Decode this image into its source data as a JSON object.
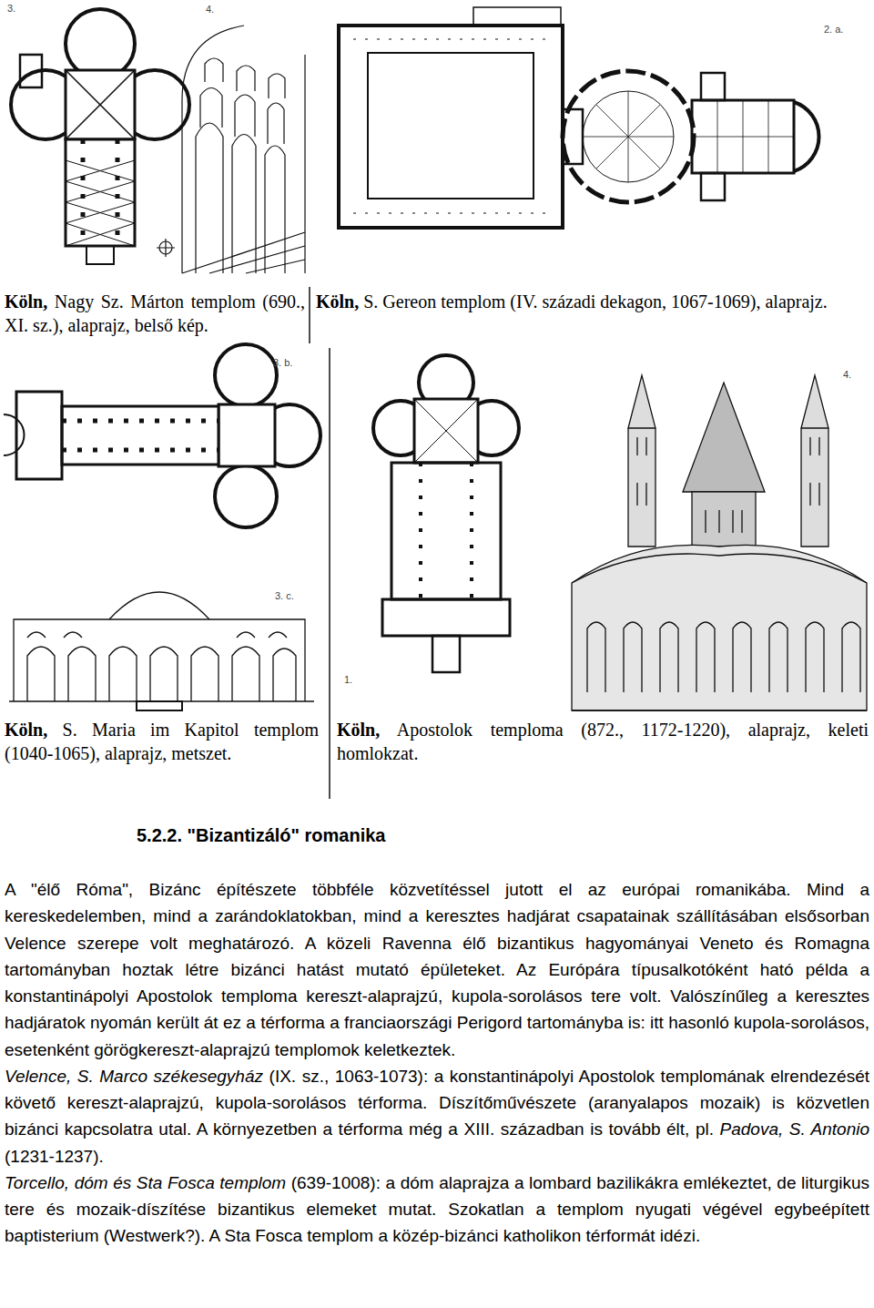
{
  "diagram": {
    "title": "5.2.2. \"Bizantizáló\" romanika",
    "labels": [
      "3.",
      "4.",
      "2. a.",
      "Köln,",
      " Nagy Sz. Márton templom (690., XI. sz.), alaprajz, belső kép.",
      "Köln,",
      " S. Gereon templom (IV. századi dekagon, 1067-1069), alaprajz.",
      "3. b.",
      "3. c.",
      "1.",
      "4.",
      "Köln,",
      " S. Maria im Kapitol templom (1040-1065), alaprajz, metszet.",
      "Köln,",
      " Apostolok temploma (872., 1172-1220), alaprajz, keleti homlokzat.",
      "A \"élő Róma\", Bizánc építészete többféle közvetítéssel jutott el az európai romanikába. Mind a kereskedelemben, mind a zarándoklatokban, mind a keresztes hadjárat csapatainak szállításában elsősorban Velence szerepe volt meghatározó. A közeli Ravenna élő bizantikus hagyományai Veneto és Romagna tartományban hoztak létre bizánci hatást mutató épületeket. Az Európára típusalkotóként ható példa a konstantinápolyi Apostolok temploma kereszt-alaprajzú, kupola-sorolásos tere volt. Valószínűleg a keresztes hadjáratok nyomán került át ez a térforma a franciaországi Perigord tartományba is: itt hasonló kupola-sorolásos, esetenként görögkereszt-alaprajzú templomok keletkeztek.",
      "Velence, S. Marco székesegyház",
      " (IX. sz., 1063-1073): a konstantinápolyi Apostolok templomának elrendezését követő kereszt-alaprajzú, kupola-sorolásos térforma. Díszítőművészete (aranyalapos mozaik) is közvetlen bizánci kapcsolatra utal. A környezetben a térforma még a XIII. században is tovább élt, pl. ",
      "Padova, S. Antonio",
      " (1231-1237).",
      "Torcello, dóm és Sta Fosca templom",
      " (639-1008): a dóm alaprajza a lombard bazilikákra emlékeztet, de liturgikus tere és mozaik-díszítése bizantikus elemeket mutat. Szokatlan a templom nyugati végével egybeépített baptisterium (Westwerk?). A Sta Fosca templom a közép-bizánci katholikon térformát idézi."
    ]
  }
}
